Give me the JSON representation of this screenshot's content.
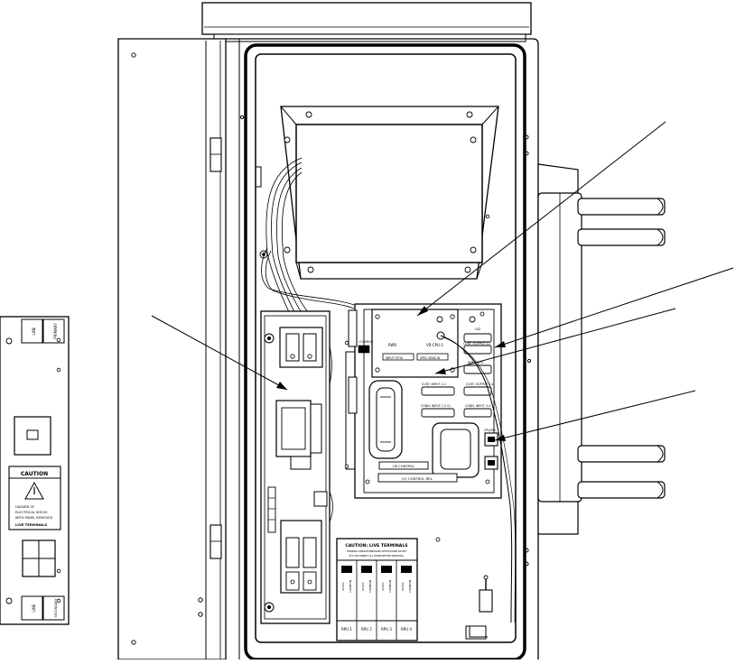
{
  "side_panel": {
    "caution_header": "CAUTION",
    "hazard_lines": [
      "HAZARD OF",
      "ELECTRICAL SHOCK",
      "WITH PANEL REMOVED"
    ],
    "hazard_footer": "LIVE TERMINALS",
    "tag_top_left": "LINE",
    "tag_top_right": "PRIMARY",
    "tag_bottom_left": "LINE",
    "tag_bottom_right": "SECONDARY"
  },
  "main_panel": {
    "tag": "CHARGE",
    "label_pwr": "PWR",
    "label_cpu": "VR-CPU-1",
    "label_left_strip": "INPUT SP IN",
    "label_right_strip": "SPEC SENS IN",
    "conn_top": "CID",
    "conn_1": "CUST. OUTPUT 1-2",
    "conn_2": "INPUT RTS",
    "conn_3": "CUST. INPUT 1-2",
    "conn_4": "CUST. OUTPUT 3-4",
    "conn_5": "CONN. INPUT 1-2 CL",
    "conn_6": "CONN. INPUT 3-4",
    "conn_rj": "CPU/SIO",
    "label_ctrl": "HS CONTROL",
    "label_io": "I/O CONTROL REL"
  },
  "terminals": {
    "title": "CAUTION: LIVE TERMINALS",
    "sub1": "TERMINALS REMAIN ENERGIZED WHEN POWER SWITCH",
    "sub2": "OFF. DISCONNECT ALL POWER BEFORE SERVICING.",
    "rpu": [
      "RPU 1",
      "RPU 2",
      "RPU 3",
      "RPU 4"
    ],
    "col_a": "AC/DC",
    "col_b": "COMMON"
  }
}
